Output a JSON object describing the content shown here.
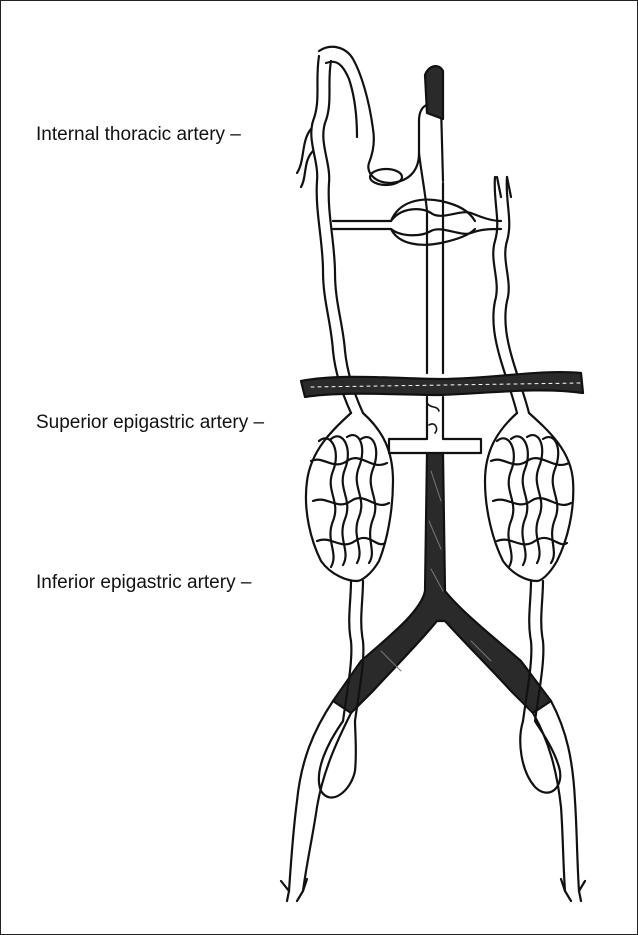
{
  "labels": {
    "internal_thoracic": "Internal thoracic artery –",
    "superior_epigastric": "Superior epigastric artery –",
    "inferior_epigastric": "Inferior epigastric artery –"
  },
  "colors": {
    "ink": "#111111",
    "shading": "#2a2a2a",
    "background": "#ffffff"
  }
}
